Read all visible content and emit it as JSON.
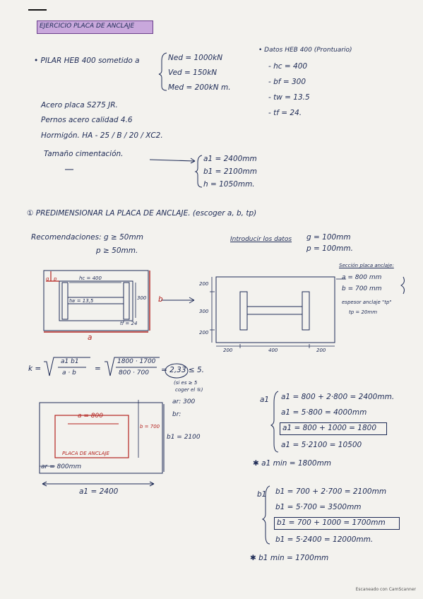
{
  "title": "EJERCICIO PLACA DE ANCLAJE",
  "pilar": {
    "label": "• PILAR HEB 400 sometido a",
    "loads": [
      "Ned = 1000kN",
      "Ved = 150kN",
      "Med = 200kN m."
    ]
  },
  "datos": {
    "label": "• Datos HEB 400 (Prontuario)",
    "items": [
      "- hc = 400",
      "- bf = 300",
      "- tw = 13.5",
      "- tf = 24."
    ]
  },
  "materials": [
    "Acero placa S275 JR.",
    "Pernos acero calidad 4.6",
    "Hormigón. HA - 25 / B / 20 / XC2."
  ],
  "cimentacion": {
    "label": "Tamaño cimentación.",
    "values": [
      "a1 = 2400mm",
      "b1 = 2100mm",
      "h = 1050mm."
    ]
  },
  "section1": {
    "heading": "① PREDIMENSIONAR LA PLACA DE ANCLAJE. (escoger a, b, tp)",
    "recomendaciones": "Recomendaciones: g ≥ 50mm",
    "recomendaciones2": "p ≥ 50mm.",
    "introducir": "Introducir los datos",
    "g": "g = 100mm",
    "p": "p = 100mm."
  },
  "sketch1": {
    "g": "g",
    "p": "p",
    "hc": "hc = 400",
    "tw": "tw = 13,5",
    "h300": "300",
    "tf": "tf = 24",
    "a": "a",
    "b": "b"
  },
  "sketch2": {
    "left_dims": [
      "200",
      "300",
      "200"
    ],
    "bottom_dims": [
      "200",
      "400",
      "200"
    ]
  },
  "seccion": {
    "label": "Sección placa anclaje:",
    "a": "a = 800 mm",
    "b": "b = 700 mm",
    "espesor": "espesor anclaje \"tp\"",
    "tp": "tp = 20mm"
  },
  "k": {
    "lhs": "k =",
    "frac1_num": "a1 b1",
    "frac1_den": "a · b",
    "eq": "=",
    "frac2_num": "1800 · 1700",
    "frac2_den": "800 · 700",
    "result": "= 2,33 ≤ 5.",
    "note1": "(si es ≥ 5",
    "note2": "coger el ⑤)"
  },
  "sketch3": {
    "a": "a = 800",
    "b": "b = 700",
    "ar": "ar: 300",
    "br": "br:",
    "b1": "b1 = 2100",
    "placa": "PLACA DE ANCLAJE",
    "arlabel": "ar = 800mm",
    "a1": "a1 = 2400"
  },
  "a1calc": {
    "label": "a1",
    "lines": [
      "a1 = 800 + 2·800 = 2400mm.",
      "a1 = 5·800 = 4000mm",
      "a1 = 800 + 1000 = 1800",
      "a1 = 5·2100 = 10500"
    ],
    "min": "✱ a1 min = 1800mm"
  },
  "b1calc": {
    "label": "b1",
    "lines": [
      "b1 = 700 + 2·700 = 2100mm",
      "b1 = 5·700 = 3500mm",
      "b1 = 700 + 1000 = 1700mm",
      "b1 = 5·2400 = 12000mm."
    ],
    "min": "✱ b1 min = 1700mm"
  },
  "footer": "Escaneado con CamScanner"
}
